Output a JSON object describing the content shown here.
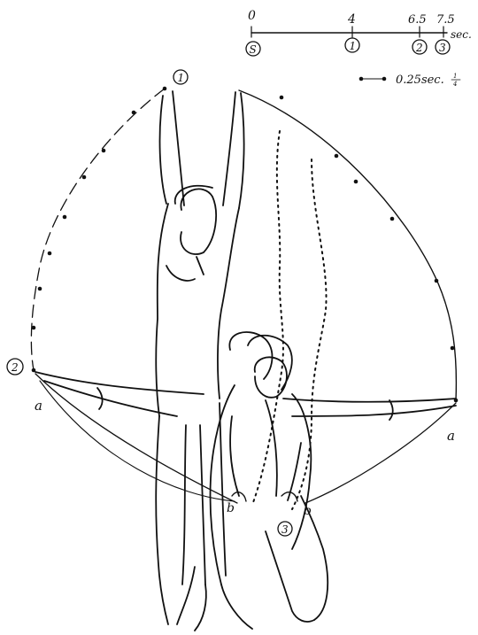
{
  "timeline": {
    "ticks": [
      {
        "value": "0",
        "marker": "S"
      },
      {
        "value": "4",
        "marker": "1"
      },
      {
        "value": "6.5",
        "marker": "2"
      },
      {
        "value": "7.5",
        "marker": "3"
      }
    ],
    "unit": "sec."
  },
  "legend": {
    "text": "0.25sec.",
    "fraction_top": "1",
    "fraction_bottom": "4"
  },
  "labels": {
    "pos1": "1",
    "pos2": "2",
    "pos3": "3",
    "a_left": "a",
    "a_right": "a",
    "b_left": "b",
    "b_right": "b"
  }
}
